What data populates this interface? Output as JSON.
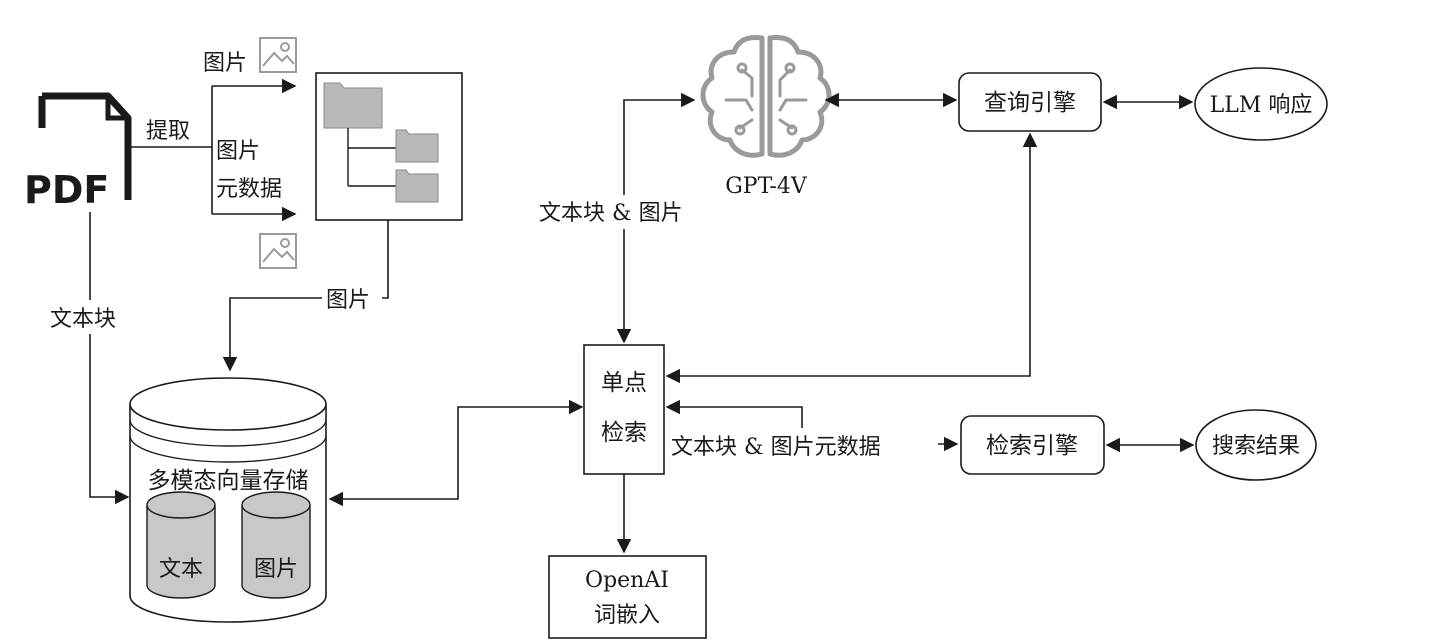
{
  "pdf": {
    "label": "PDF"
  },
  "extraction": {
    "extract": "提取",
    "image_top": "图片",
    "image_meta_line1": "图片",
    "image_meta_line2": "元数据"
  },
  "edges": {
    "text_chunks_left": "文本块",
    "images_to_store": "图片",
    "gpt_link": "文本块 & 图片",
    "search_link": "文本块 & 图片元数据"
  },
  "store": {
    "title": "多模态向量存储",
    "text_cyl": "文本",
    "image_cyl": "图片"
  },
  "retrieval": {
    "line1": "单点",
    "line2": "检索"
  },
  "embedding": {
    "line1": "OpenAI",
    "line2": "词嵌入"
  },
  "gpt": {
    "label": "GPT-4V"
  },
  "query_engine": {
    "label": "查询引擎"
  },
  "llm": {
    "label": "LLM 响应"
  },
  "search_engine": {
    "label": "检索引擎"
  },
  "search_results": {
    "label": "搜索结果"
  },
  "colors": {
    "line": "#1a1a1a",
    "gray_fill": "#c8c8c8",
    "icon_gray": "#9a9a9a"
  }
}
